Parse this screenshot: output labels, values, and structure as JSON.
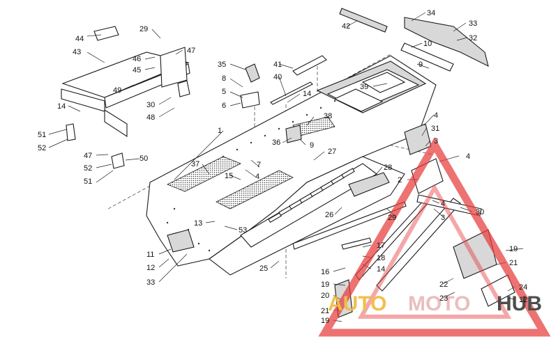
{
  "diagram": {
    "labels": [
      {
        "id": "44",
        "text": "44"
      },
      {
        "id": "29",
        "text": "29"
      },
      {
        "id": "43",
        "text": "43"
      },
      {
        "id": "47a",
        "text": "47"
      },
      {
        "id": "46",
        "text": "46"
      },
      {
        "id": "45",
        "text": "45"
      },
      {
        "id": "49",
        "text": "49"
      },
      {
        "id": "30a",
        "text": "30"
      },
      {
        "id": "48",
        "text": "48"
      },
      {
        "id": "14a",
        "text": "14"
      },
      {
        "id": "51a",
        "text": "51"
      },
      {
        "id": "52a",
        "text": "52"
      },
      {
        "id": "47b",
        "text": "47"
      },
      {
        "id": "52b",
        "text": "52"
      },
      {
        "id": "50",
        "text": "50"
      },
      {
        "id": "51b",
        "text": "51"
      },
      {
        "id": "35",
        "text": "35"
      },
      {
        "id": "8",
        "text": "8"
      },
      {
        "id": "5",
        "text": "5"
      },
      {
        "id": "6",
        "text": "6"
      },
      {
        "id": "41",
        "text": "41"
      },
      {
        "id": "40",
        "text": "40"
      },
      {
        "id": "14b",
        "text": "14"
      },
      {
        "id": "38",
        "text": "38"
      },
      {
        "id": "1",
        "text": "1"
      },
      {
        "id": "36",
        "text": "36"
      },
      {
        "id": "9a",
        "text": "9"
      },
      {
        "id": "27",
        "text": "27"
      },
      {
        "id": "37",
        "text": "37"
      },
      {
        "id": "7",
        "text": "7"
      },
      {
        "id": "4a",
        "text": "4"
      },
      {
        "id": "15",
        "text": "15"
      },
      {
        "id": "42",
        "text": "42"
      },
      {
        "id": "34",
        "text": "34"
      },
      {
        "id": "33a",
        "text": "33"
      },
      {
        "id": "32",
        "text": "32"
      },
      {
        "id": "10",
        "text": "10"
      },
      {
        "id": "9b",
        "text": "9"
      },
      {
        "id": "39",
        "text": "39"
      },
      {
        "id": "4b",
        "text": "4"
      },
      {
        "id": "31",
        "text": "31"
      },
      {
        "id": "3a",
        "text": "3"
      },
      {
        "id": "4c",
        "text": "4"
      },
      {
        "id": "28",
        "text": "28"
      },
      {
        "id": "2",
        "text": "2"
      },
      {
        "id": "4d",
        "text": "4"
      },
      {
        "id": "30b",
        "text": "30"
      },
      {
        "id": "3b",
        "text": "3"
      },
      {
        "id": "26",
        "text": "26"
      },
      {
        "id": "29b",
        "text": "29"
      },
      {
        "id": "13",
        "text": "13"
      },
      {
        "id": "53",
        "text": "53"
      },
      {
        "id": "11",
        "text": "11"
      },
      {
        "id": "12a",
        "text": "12"
      },
      {
        "id": "33b",
        "text": "33"
      },
      {
        "id": "25",
        "text": "25"
      },
      {
        "id": "17",
        "text": "17"
      },
      {
        "id": "18",
        "text": "18"
      },
      {
        "id": "14c",
        "text": "14"
      },
      {
        "id": "16",
        "text": "16"
      },
      {
        "id": "19a",
        "text": "19"
      },
      {
        "id": "20",
        "text": "20"
      },
      {
        "id": "21a",
        "text": "21"
      },
      {
        "id": "19b",
        "text": "19"
      },
      {
        "id": "19c",
        "text": "19"
      },
      {
        "id": "21b",
        "text": "21"
      },
      {
        "id": "22",
        "text": "22"
      },
      {
        "id": "23",
        "text": "23"
      },
      {
        "id": "24",
        "text": "24"
      },
      {
        "id": "12b",
        "text": "12"
      }
    ]
  },
  "watermark": {
    "text_auto": "AUTO",
    "text_moto": "MOTO",
    "text_hub": "HUB",
    "color_auto": "#f1b93a",
    "color_moto": "#e8b8b8",
    "color_hub": "#3a3a3a",
    "triangle_color": "#e63b3b"
  }
}
